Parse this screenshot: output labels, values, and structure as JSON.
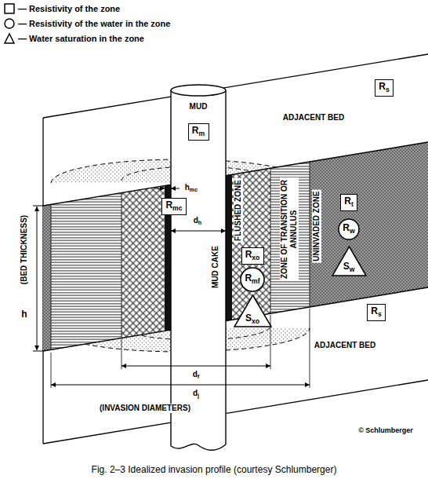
{
  "diagram": {
    "caption": "Fig. 2–3 Idealized invasion profile (courtesy Schlumberger)",
    "nodes": [
      {
        "text": [
          "Rm"
        ]
      },
      {
        "text": [
          "Rs"
        ]
      },
      {
        "text": [
          "Rmc"
        ]
      },
      {
        "text": [
          "Rxo"
        ]
      },
      {
        "text": [
          "Rmf"
        ]
      },
      {
        "text": [
          "Sxo"
        ]
      },
      {
        "text": [
          "Rt"
        ]
      },
      {
        "text": [
          "Rw"
        ]
      },
      {
        "text": [
          "Sw"
        ]
      },
      {
        "text": [
          "Rs"
        ]
      }
    ],
    "labels": [
      "MUD",
      "ADJACENT BED",
      "(BED THICKNESS)",
      "h",
      "hmc",
      "dh",
      "MUD CAKE",
      "FLUSHED ZONE",
      "ZONE OF TRANSITION OR ANNULUS",
      "UNINVADED ZONE",
      "ADJACENT BED",
      "df",
      "dj",
      "(INVASION DIAMETERS)",
      "© Schlumberger"
    ],
    "legend": [
      {
        "text": "— Resistivity of the zone"
      },
      {
        "text": "— Resistivity of the water in the zone"
      },
      {
        "text": "— Water saturation in the zone"
      }
    ]
  }
}
